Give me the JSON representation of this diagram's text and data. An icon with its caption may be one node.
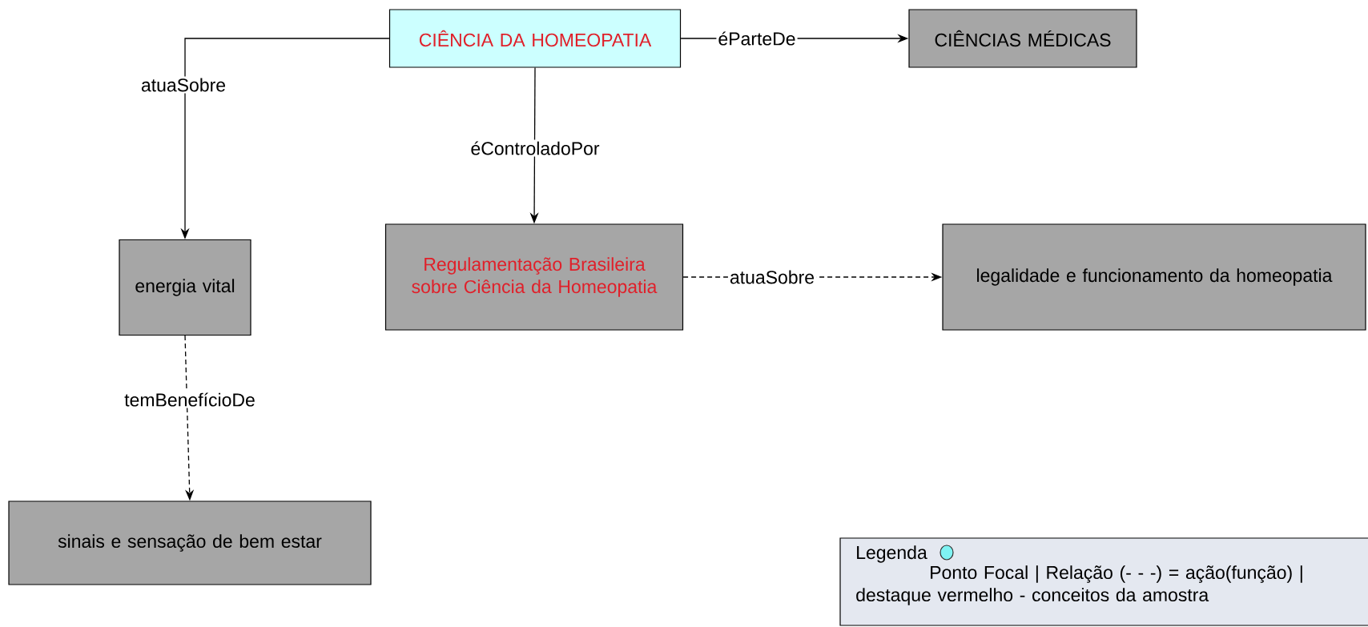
{
  "diagram": {
    "nodes": [
      {
        "text": [
          "CIÊNCIA DA HOMEOPATIA"
        ]
      },
      {
        "text": [
          "CIÊNCIAS MÉDICAS"
        ]
      },
      {
        "text": [
          "energia vital"
        ]
      },
      {
        "text": [
          "Regulamentação Brasileira sobre Ciência da Homeopatia"
        ]
      },
      {
        "text": [
          "legalidade e funcionamento da homeopatia"
        ]
      },
      {
        "text": [
          "sinais e sensação de bem estar"
        ]
      }
    ],
    "edges": [
      {
        "from": 0,
        "to": 2,
        "arrow": "to",
        "label": "atuaSobre"
      },
      {
        "from": 0,
        "to": 1,
        "arrow": "to",
        "label": "éParteDe"
      },
      {
        "from": 0,
        "to": 3,
        "arrow": "to",
        "label": "éControladoPor"
      },
      {
        "from": 3,
        "to": 4,
        "arrow": "to",
        "label": "atuaSobre",
        "style": "dashed"
      },
      {
        "from": 2,
        "to": 5,
        "arrow": "to",
        "label": "temBenefícioDe",
        "style": "dashed"
      }
    ],
    "labels": [
      "Legenda"
    ],
    "legend": [
      {
        "text": "Ponto Focal | Relação (- - -) = ação(função) | destaque vermelho - conceitos da amostra",
        "color": "#7ff3f3"
      }
    ]
  }
}
